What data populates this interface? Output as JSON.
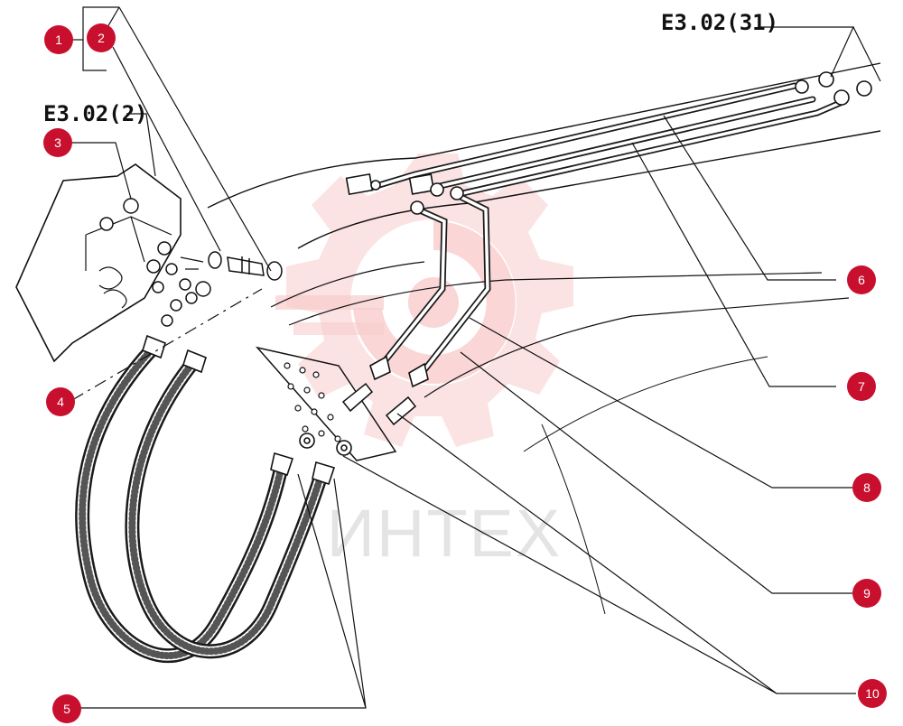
{
  "refs": {
    "ref_top_left": "E3.02(2)",
    "ref_top_right": "E3.02(31)"
  },
  "watermark": {
    "text": "ИНТЕХ",
    "color": "#f7b4b4"
  },
  "callouts": [
    {
      "id": "1",
      "label": "1"
    },
    {
      "id": "2",
      "label": "2"
    },
    {
      "id": "3",
      "label": "3"
    },
    {
      "id": "4",
      "label": "4"
    },
    {
      "id": "5",
      "label": "5"
    },
    {
      "id": "6",
      "label": "6"
    },
    {
      "id": "7",
      "label": "7"
    },
    {
      "id": "8",
      "label": "8"
    },
    {
      "id": "9",
      "label": "9"
    },
    {
      "id": "10",
      "label": "10"
    }
  ],
  "colors": {
    "callout_fill": "#c8102e",
    "ink": "#111111"
  }
}
